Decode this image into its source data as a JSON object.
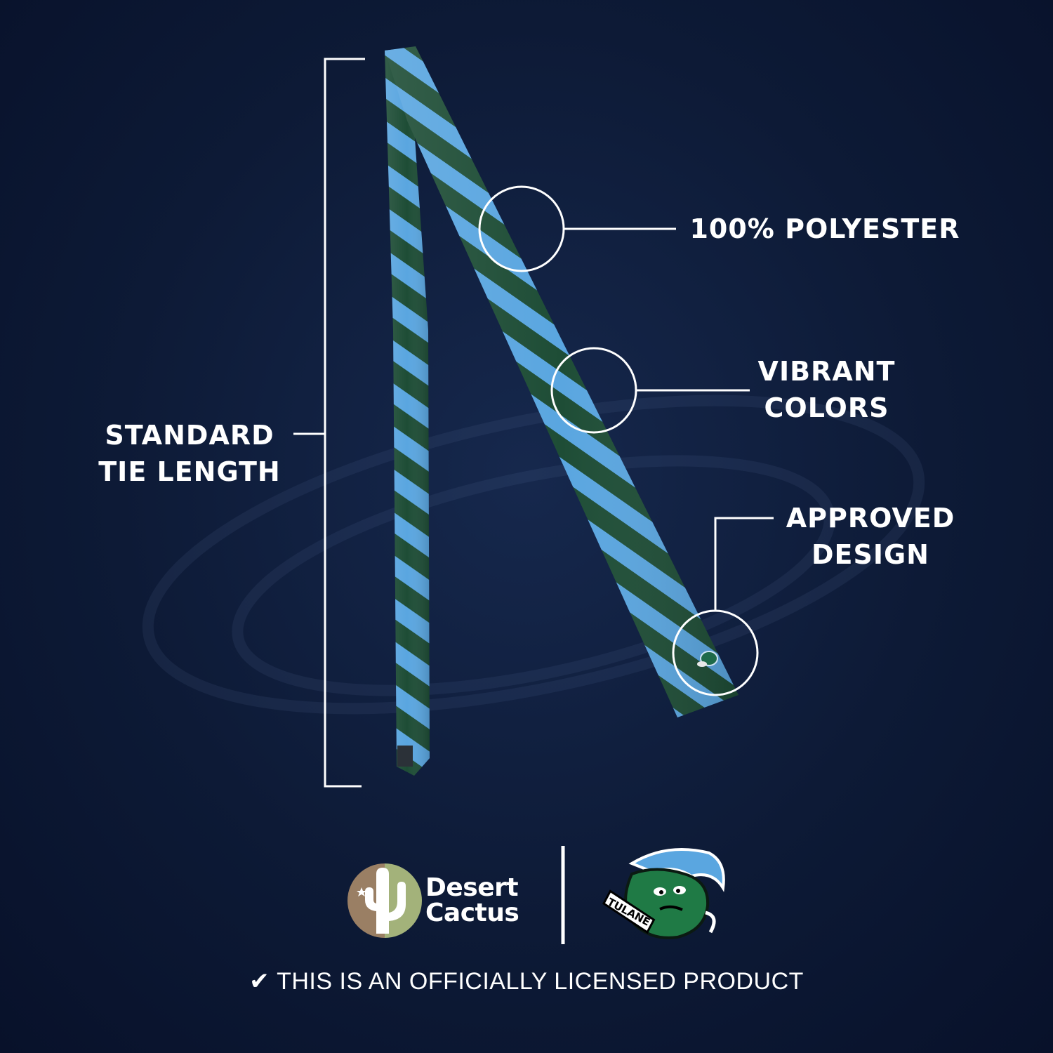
{
  "callouts": {
    "length": [
      "STANDARD",
      "TIE LENGTH"
    ],
    "polyester": "100% POLYESTER",
    "vibrant": [
      "VIBRANT",
      "COLORS"
    ],
    "approved": [
      "APPROVED",
      "DESIGN"
    ]
  },
  "brand": {
    "desert_cactus_lines": [
      "Desert",
      "Cactus"
    ],
    "tulane_mark": "TULANE"
  },
  "license_text": "THIS IS AN OFFICIALLY LICENSED PRODUCT",
  "icons": {
    "check": "check-icon",
    "cactus_logo": "cactus-logo-icon",
    "tulane_logo": "tulane-green-wave-icon"
  },
  "colors": {
    "background": "#0d1a36",
    "tie_blue": "#5aa6e0",
    "tie_green": "#1e4d36",
    "text": "#ffffff",
    "logo_brown": "#9a7f64",
    "logo_olive": "#a3b27a"
  }
}
